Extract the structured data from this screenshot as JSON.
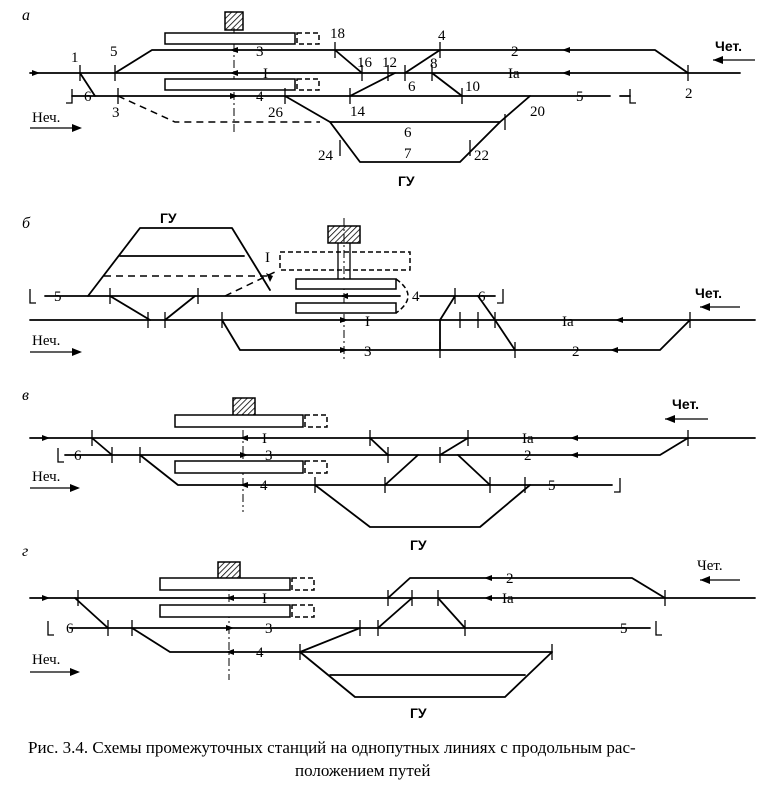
{
  "caption": {
    "line1": "Рис. 3.4. Схемы промежуточных станций на однопутных линиях с продольным рас-",
    "line2": "положением путей"
  },
  "panels": {
    "a": {
      "letter": "а",
      "even_dir": "Чет.",
      "odd_dir": "Неч.",
      "hump": "ГУ",
      "tracks": [
        "I",
        "Ia",
        "2",
        "3",
        "4",
        "5",
        "6",
        "6",
        "7"
      ],
      "switches": [
        "1",
        "2",
        "3",
        "4",
        "5",
        "6",
        "8",
        "10",
        "12",
        "14",
        "16",
        "18",
        "20",
        "22",
        "24",
        "26"
      ]
    },
    "b": {
      "letter": "б",
      "even_dir": "Чет.",
      "odd_dir": "Неч.",
      "hump": "ГУ",
      "tracks": [
        "5",
        "I",
        "4",
        "6",
        "Ia",
        "3",
        "2"
      ]
    },
    "v": {
      "letter": "в",
      "even_dir": "Чет.",
      "odd_dir": "Неч.",
      "hump": "ГУ",
      "tracks": [
        "6",
        "I",
        "Ia",
        "3",
        "2",
        "4",
        "5"
      ]
    },
    "g": {
      "letter": "г",
      "even_dir": "Чет.",
      "odd_dir": "Неч.",
      "hump": "ГУ",
      "tracks": [
        "2",
        "I",
        "Ia",
        "6",
        "3",
        "5",
        "4"
      ]
    }
  }
}
